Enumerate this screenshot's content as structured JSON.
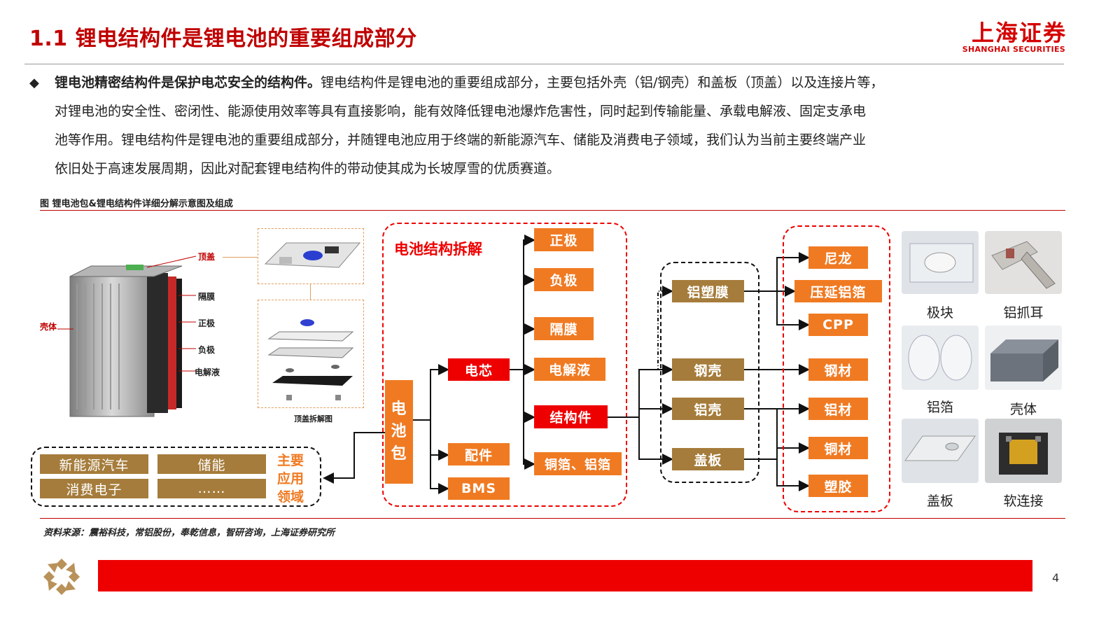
{
  "title": "1.1 锂电结构件是锂电池的重要组成部分",
  "logo": {
    "cn": "上海证券",
    "en": "SHANGHAI SECURITIES"
  },
  "paragraph": {
    "lead": "锂电池精密结构件是保护电芯安全的结构件。",
    "line1_rest": "锂电结构件是锂电池的重要组成部分，主要包括外壳（铝/钢壳）和盖板（顶盖）以及连接片等，",
    "line2": "对锂电池的安全性、密闭性、能源使用效率等具有直接影响，能有效降低锂电池爆炸危害性，同时起到传输能量、承载电解液、固定支承电",
    "line3": "池等作用。锂电结构件是锂电池的重要组成部分，并随锂电池应用于终端的新能源汽车、储能及消费电子领域，我们认为当前主要终端产业",
    "line4": "依旧处于高速发展周期，因此对配套锂电结构件的带动使其成为长坡厚雪的优质赛道。"
  },
  "figure_caption": "图  锂电池包&锂电结构件详细分解示意图及组成",
  "battery_labels": {
    "top_cover": "顶盖",
    "separator": "隔膜",
    "cathode": "正极",
    "anode": "负极",
    "electrolyte": "电解液",
    "shell": "壳体",
    "exploded_caption": "顶盖拆解图"
  },
  "applications": {
    "items": [
      "新能源汽车",
      "储能",
      "消费电子",
      "……"
    ],
    "label": "主要\n应用\n领域"
  },
  "teardown_title": "电池结构拆解",
  "nodes": {
    "pack": "电\n池\n包",
    "cell": "电芯",
    "accessory": "配件",
    "bms": "BMS",
    "cathode": "正极",
    "anode": "负极",
    "separator": "隔膜",
    "electrolyte": "电解液",
    "structural": "结构件",
    "foil": "铜箔、铝箔",
    "al_plastic_film": "铝塑膜",
    "steel_shell": "钢壳",
    "al_shell": "铝壳",
    "cover_plate": "盖板",
    "nylon": "尼龙",
    "rolled_al_foil": "压延铝箔",
    "cpp": "CPP",
    "steel": "钢材",
    "aluminum": "铝材",
    "copper": "铜材",
    "plastic": "塑胶"
  },
  "product_photos": [
    "极块",
    "铝抓耳",
    "铝箔",
    "壳体",
    "盖板",
    "软连接"
  ],
  "source": "资料来源：震裕科技，常铝股份，奉乾信息，智研咨询，上海证券研究所",
  "page_number": "4",
  "colors": {
    "accent_red": "#ee0000",
    "title_red": "#c00000",
    "orange": "#f07a22",
    "brown": "#a57c3b"
  }
}
